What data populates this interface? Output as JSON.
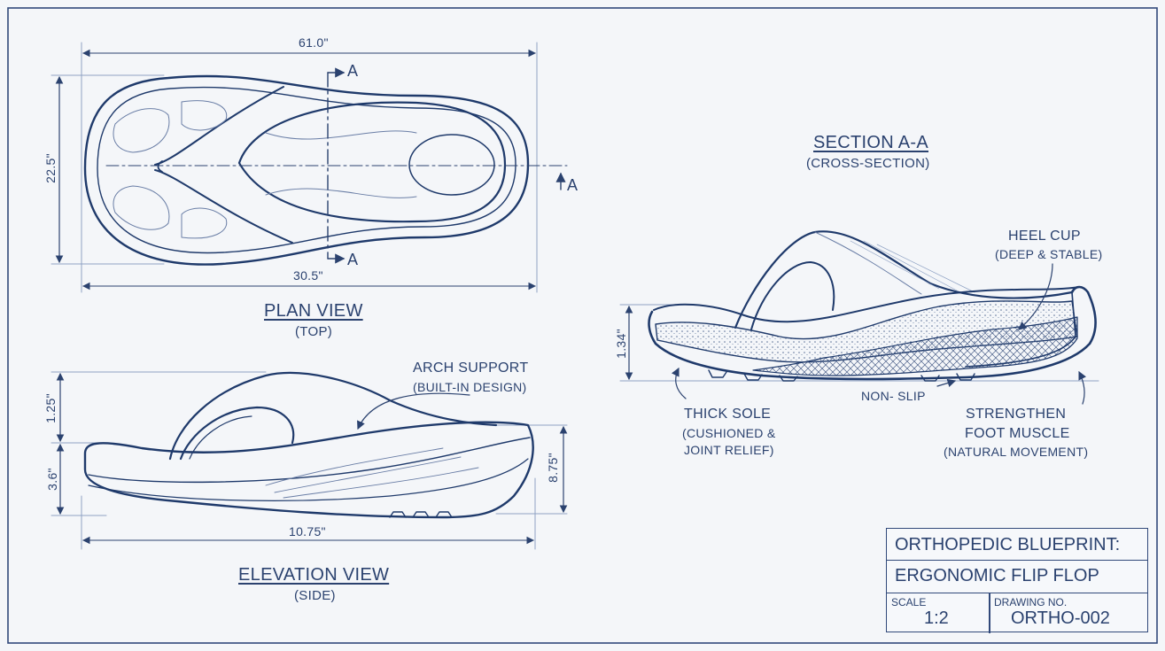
{
  "plan_view": {
    "title": "PLAN VIEW",
    "subtitle": "(TOP)",
    "dim_length": "61.0\"",
    "dim_width": "22.5\"",
    "dim_base": "30.5\"",
    "section_top": "A",
    "section_bottom": "A",
    "section_side": "A"
  },
  "elevation_view": {
    "title": "ELEVATION VIEW",
    "subtitle": "(SIDE)",
    "dim_strap_height": "1.25\"",
    "dim_sole_height": "3.6\"",
    "dim_heel_height": "8.75\"",
    "dim_length": "10.75\"",
    "note_title": "ARCH SUPPORT",
    "note_sub": "(BUILT-IN DESIGN)"
  },
  "section_view": {
    "title": "SECTION A-A",
    "subtitle": "(CROSS-SECTION)",
    "dim_height": "1.34\"",
    "heel_cup_title": "HEEL CUP",
    "heel_cup_sub": "(DEEP & STABLE)",
    "non_slip": "NON- SLIP",
    "thick_sole_title": "THICK SOLE",
    "thick_sole_sub1": "(CUSHIONED &",
    "thick_sole_sub2": "JOINT RELIEF)",
    "strengthen_title1": "STRENGTHEN",
    "strengthen_title2": "FOOT MUSCLE",
    "strengthen_sub": "(NATURAL MOVEMENT)"
  },
  "title_block": {
    "line1": "ORTHOPEDIC BLUEPRINT:",
    "line2": "ERGONOMIC FLIP FLOP",
    "scale_label": "SCALE",
    "scale_value": "1:2",
    "drawing_label": "DRAWING NO.",
    "drawing_value": "ORTHO-002"
  },
  "colors": {
    "paper": "#f4f6f9",
    "ink": "#26406e",
    "light_ink": "#8fa2c4"
  }
}
